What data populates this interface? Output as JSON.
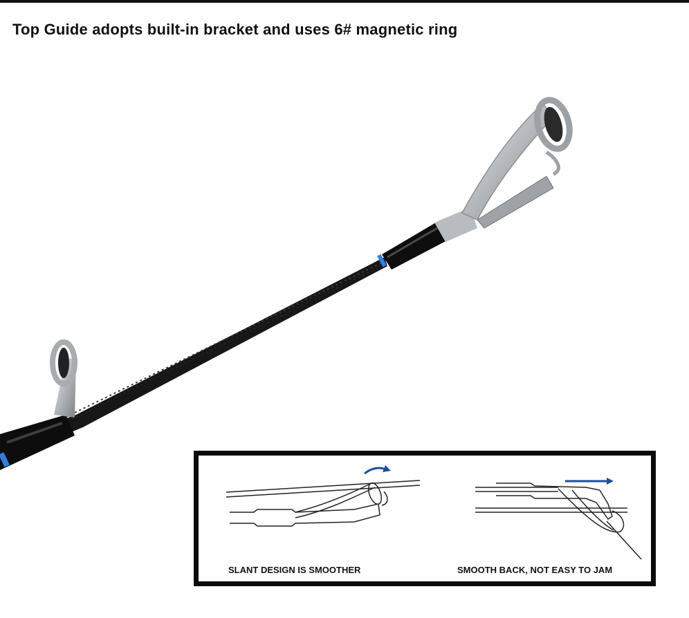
{
  "title": "Top Guide adopts built-in bracket and uses 6# magnetic ring",
  "diagram": {
    "left_caption": "SLANT DESIGN IS SMOOTHER",
    "right_caption": "SMOOTH BACK, NOT EASY TO JAM",
    "arrow_color": "#1d4e9a"
  },
  "colors": {
    "rod_blank": "#151515",
    "wrap_accent": "#2f7fe0",
    "guide_metal": "#c9ccd0"
  }
}
